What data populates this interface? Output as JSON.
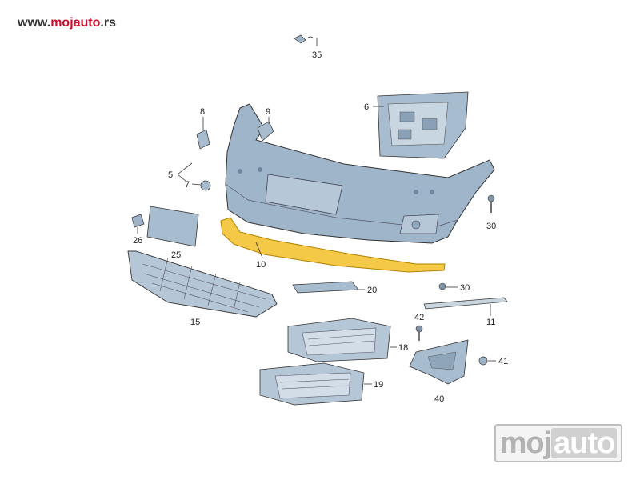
{
  "watermark": {
    "prefix": "www.",
    "brand": "mojauto",
    "suffix": ".rs"
  },
  "logo": {
    "part1": "moj",
    "part2": "auto"
  },
  "callouts": {
    "c35": "35",
    "c8": "8",
    "c9": "9",
    "c6": "6",
    "c5": "5",
    "c7": "7",
    "c26": "26",
    "c25": "25",
    "c10": "10",
    "c30a": "30",
    "c30b": "30",
    "c20": "20",
    "c15": "15",
    "c11": "11",
    "c42": "42",
    "c18": "18",
    "c41": "41",
    "c19": "19",
    "c40": "40"
  }
}
